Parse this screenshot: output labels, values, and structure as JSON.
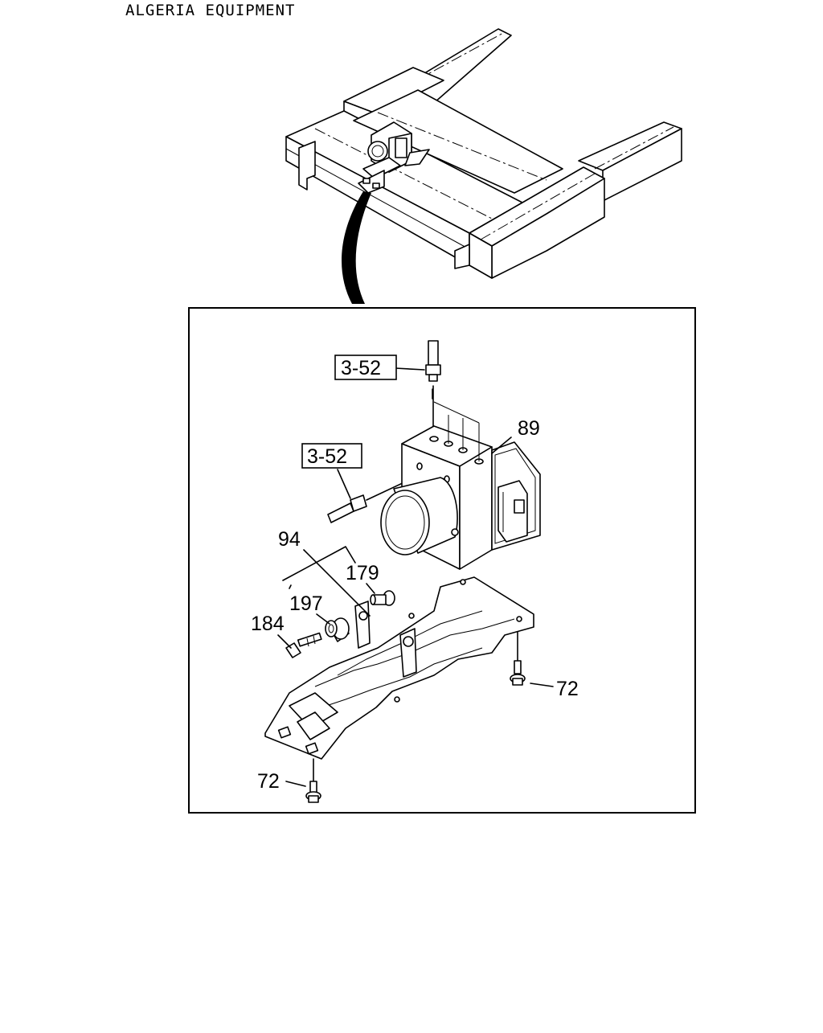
{
  "header": {
    "title": "ALGERIA EQUIPMENT"
  },
  "callouts": {
    "ref_top": "3-52",
    "ref_left": "3-52",
    "part_89": "89",
    "part_94": "94",
    "part_179": "179",
    "part_197": "197",
    "part_184": "184",
    "part_72_right": "72",
    "part_72_bottom": "72"
  }
}
